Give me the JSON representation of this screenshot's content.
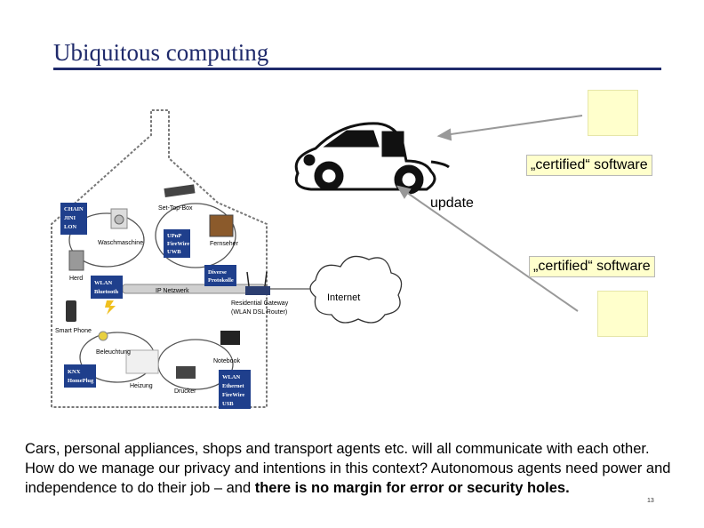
{
  "slide": {
    "title": "Ubiquitous computing",
    "page_number": "13"
  },
  "diagram": {
    "cert_label_top": "„certified“ software",
    "cert_label_bottom": "„certified“ software",
    "update_label": "update",
    "internet_label": "Internet",
    "house_labels": {
      "protocols_box": [
        "CHAIN",
        "JINI",
        "LON"
      ],
      "waschmaschine": "Waschmaschine",
      "set_top_box": "Set-Top-Box",
      "upnp_box": [
        "UPnP",
        "FireWire",
        "UWB"
      ],
      "fernseher": "Fernseher",
      "herd": "Herd",
      "wlan_bluetooth_box": [
        "WLAN",
        "Bluetooth"
      ],
      "ip_netzwerk": "IP Netzwerk",
      "diverse_box": [
        "Diverse",
        "Protokolle"
      ],
      "gateway": [
        "Residential Gateway",
        "(WLAN DSL Router)"
      ],
      "smart_phone": "Smart Phone",
      "beleuchtung": "Beleuchtung",
      "notebook": "Notebook",
      "knx_box": [
        "KNX",
        "HomePlug"
      ],
      "heizung": "Heizung",
      "drucker": "Drucker",
      "wlan_ethernet_box": [
        "WLAN",
        "Ethernet",
        "FireWire",
        "USB"
      ]
    }
  },
  "body": {
    "text_plain": "Cars, personal appliances, shops and transport agents etc. will all communicate with each other. How do we manage our privacy and intentions in this context? Autonomous agents need power and independence to do their job – and ",
    "text_bold": "there is no margin for error or security holes",
    "text_end": "."
  },
  "colors": {
    "title": "#1f2a6b",
    "sticky": "#ffffcc",
    "box_blue": "#1f3f8c",
    "arrow": "#999999"
  }
}
